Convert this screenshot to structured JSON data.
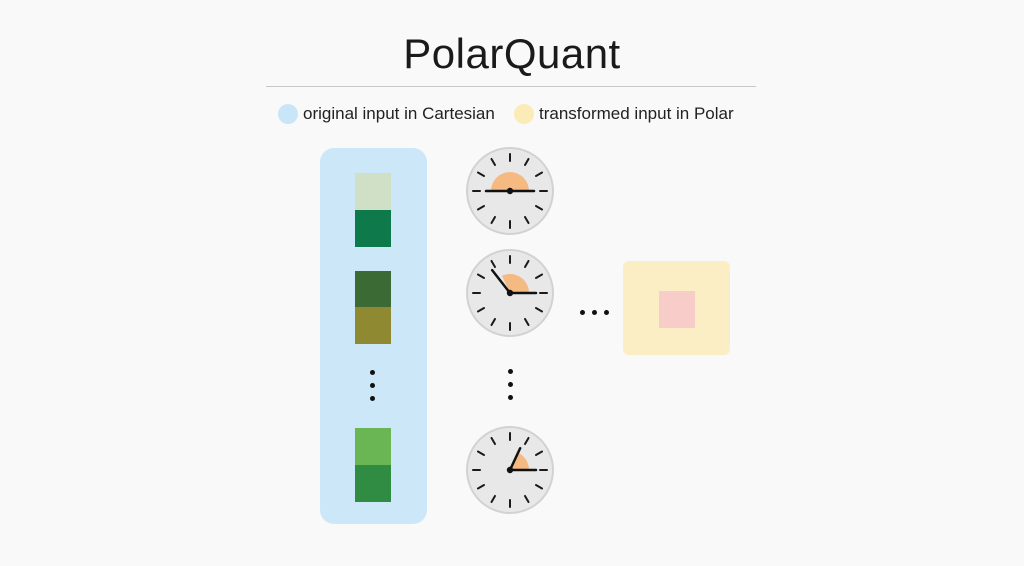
{
  "title": "PolarQuant",
  "legend": [
    {
      "label": "original input in Cartesian",
      "color": "#c9e6f8"
    },
    {
      "label": "transformed input in Polar",
      "color": "#fbebb7"
    }
  ],
  "colors": {
    "cartesian_panel": "#cce8f8",
    "polar_panel": "#fbeec4",
    "polar_core": "#f8ccc8",
    "clock_face": "#e8e8e8",
    "angle_wedge": "#f5b982"
  },
  "vector_pairs": [
    [
      "#d0e0c6",
      "#0e7a4c"
    ],
    [
      "#3c6a34",
      "#8f8a32"
    ],
    [
      "#6ab554",
      "#2f8c42"
    ]
  ],
  "polar_angles_deg": [
    0,
    50,
    65
  ]
}
